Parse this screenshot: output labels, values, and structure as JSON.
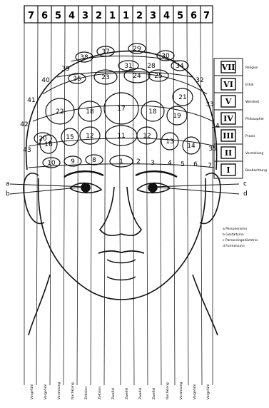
{
  "header_numbers": [
    "7",
    "6",
    "5",
    "4",
    "3",
    "2",
    "1",
    "1",
    "2",
    "3",
    "4",
    "5",
    "6",
    "7"
  ],
  "regions": [
    {
      "n": "37"
    },
    {
      "n": "29"
    },
    {
      "n": "30"
    },
    {
      "n": "38"
    },
    {
      "n": "39"
    },
    {
      "n": "31"
    },
    {
      "n": "34"
    },
    {
      "n": "40"
    },
    {
      "n": "36"
    },
    {
      "n": "32"
    },
    {
      "n": "24"
    },
    {
      "n": "33"
    },
    {
      "n": "23"
    },
    {
      "n": "25"
    },
    {
      "n": "28"
    },
    {
      "n": "41"
    },
    {
      "n": "21"
    },
    {
      "n": "22"
    },
    {
      "n": "18"
    },
    {
      "n": "17"
    },
    {
      "n": "18"
    },
    {
      "n": "19"
    },
    {
      "n": "42"
    },
    {
      "n": "20"
    },
    {
      "n": "34"
    },
    {
      "n": "16"
    },
    {
      "n": "15"
    },
    {
      "n": "12"
    },
    {
      "n": "11"
    },
    {
      "n": "12"
    },
    {
      "n": "13"
    },
    {
      "n": "14"
    },
    {
      "n": "43"
    },
    {
      "n": "35"
    },
    {
      "n": "10"
    },
    {
      "n": "9"
    },
    {
      "n": "8"
    },
    {
      "n": "1"
    },
    {
      "n": "2"
    },
    {
      "n": "3"
    },
    {
      "n": "4"
    },
    {
      "n": "5"
    },
    {
      "n": "6"
    },
    {
      "n": "7"
    }
  ],
  "levels": [
    {
      "roman": "VII",
      "label": "Religion"
    },
    {
      "roman": "VI",
      "label": "Ethik"
    },
    {
      "roman": "V",
      "label": "Weisheit"
    },
    {
      "roman": "IV",
      "label": "Philosophie"
    },
    {
      "roman": "III",
      "label": "Praxis"
    },
    {
      "roman": "II",
      "label": "Vorstellung"
    },
    {
      "roman": "I",
      "label": "Beobachtung"
    }
  ],
  "side_letters": [
    "a",
    "b",
    "c",
    "d"
  ],
  "legend": [
    "a  Personensinn",
    "b  Gestaltsinn",
    "c  Personengedächtnis",
    "d  Formensinn"
  ],
  "column_labels": [
    "Vorgefühl",
    "Vorgefühl",
    "Vorahnung",
    "Nachklang",
    "Zeitsinn",
    "Zeitsinn",
    "Zweifel",
    "Zweifel",
    "Zweifel",
    "Zweifel",
    "Nachklang",
    "Vorahnung",
    "Vorgefühl",
    "Vorgefühl"
  ]
}
